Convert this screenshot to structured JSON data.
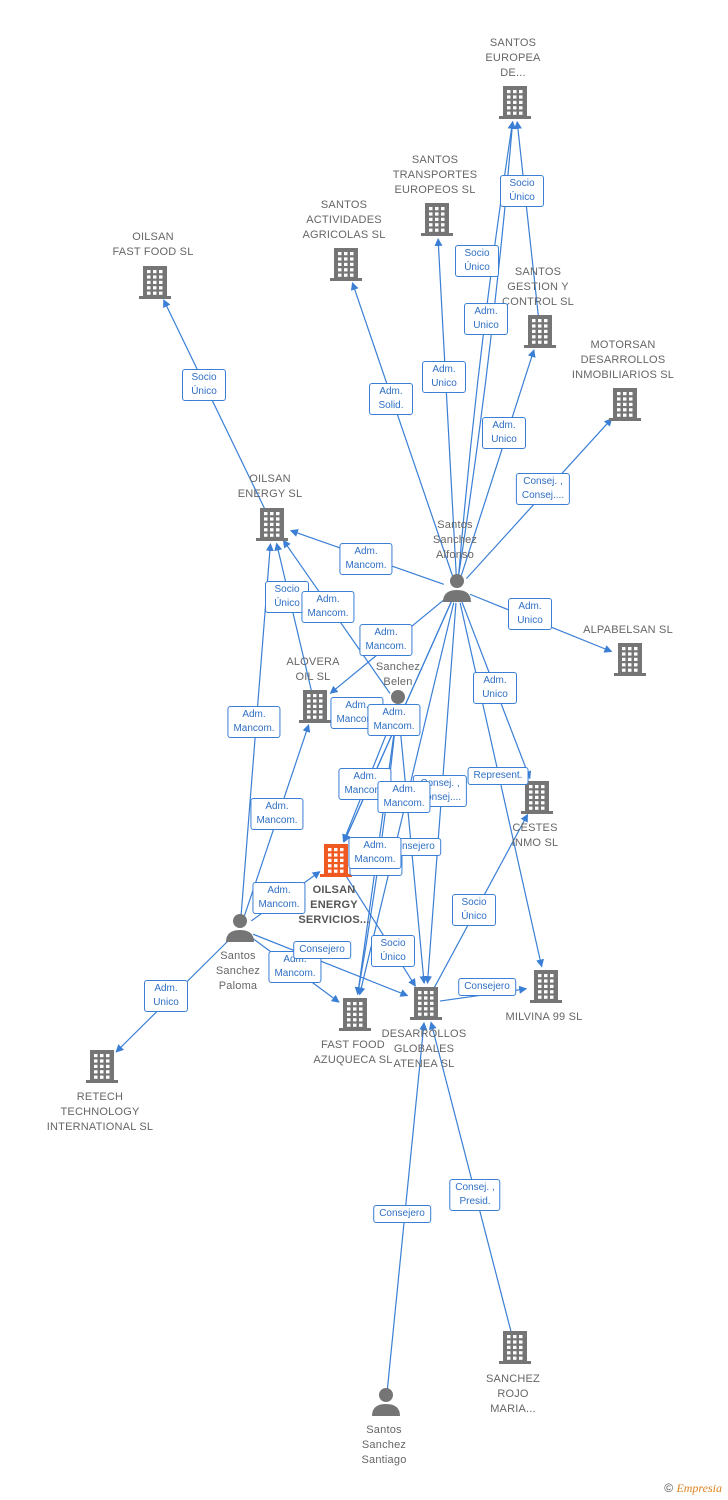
{
  "colors": {
    "edge": "#3a7fd5",
    "building": "#757575",
    "focus": "#f05a22",
    "person": "#757575"
  },
  "nodes": [
    {
      "id": "santos_europea",
      "type": "company",
      "label": "SANTOS\nEUROPEA\nDE..."
    },
    {
      "id": "santos_transportes",
      "type": "company",
      "label": "SANTOS\nTRANSPORTES\nEUROPEOS  SL"
    },
    {
      "id": "santos_actividades",
      "type": "company",
      "label": "SANTOS\nACTIVIDADES\nAGRICOLAS SL"
    },
    {
      "id": "oilsan_fast_food",
      "type": "company",
      "label": "OILSAN\nFAST FOOD  SL"
    },
    {
      "id": "santos_gestion",
      "type": "company",
      "label": "SANTOS\nGESTION Y\nCONTROL  SL"
    },
    {
      "id": "motorsan",
      "type": "company",
      "label": "MOTORSAN\nDESARROLLOS\nINMOBILIARIOS SL"
    },
    {
      "id": "oilsan_energy",
      "type": "company",
      "label": "OILSAN\nENERGY SL"
    },
    {
      "id": "alfonso",
      "type": "person",
      "label": "Santos\nSanchez\nAlfonso"
    },
    {
      "id": "alpabelsan",
      "type": "company",
      "label": "ALPABELSAN SL"
    },
    {
      "id": "alovera",
      "type": "company",
      "label": "ALOVERA\nOIL SL"
    },
    {
      "id": "belen",
      "type": "person",
      "label": "Sanchez\nBelen"
    },
    {
      "id": "cestes",
      "type": "company",
      "label": "CESTES\nINMO SL"
    },
    {
      "id": "oilsan_servicios",
      "type": "focus",
      "label": "OILSAN\nENERGY\nSERVICIOS..."
    },
    {
      "id": "paloma",
      "type": "person",
      "label": "Santos\nSanchez\nPaloma"
    },
    {
      "id": "fast_food_azuqueca",
      "type": "company",
      "label": "FAST FOOD\nAZUQUECA  SL"
    },
    {
      "id": "desarrollos_atenea",
      "type": "company",
      "label": "DESARROLLOS\nGLOBALES\nATENEA SL"
    },
    {
      "id": "milvina",
      "type": "company",
      "label": "MILVINA 99 SL"
    },
    {
      "id": "retech",
      "type": "company",
      "label": "RETECH\nTECHNOLOGY\nINTERNATIONAL SL"
    },
    {
      "id": "sanchez_rojo",
      "type": "company",
      "label": "SANCHEZ\nROJO\nMARIA..."
    },
    {
      "id": "santiago",
      "type": "person",
      "label": "Santos\nSanchez\nSantiago"
    }
  ],
  "edge_labels": [
    "Socio\nÚnico",
    "Socio\nÚnico",
    "Adm.\nUnico",
    "Adm.\nUnico",
    "Adm.\nSolid.",
    "Socio\nÚnico",
    "Adm.\nUnico",
    "Consej. ,\nConsej....",
    "Adm.\nMancom.",
    "Socio\nÚnico",
    "Adm.\nMancom.",
    "Adm.\nMancom.",
    "Adm.\nUnico",
    "Adm.\nUnico",
    "Adm.\nMancom.",
    "Adm.\nMancom.",
    "Adm.\nMancom.",
    "Adm.\nMancom.",
    "Consej. ,\nConsej....",
    "Represent.",
    "Adm.\nMancom.",
    "Adm.\nMancom.",
    "Adm.\nMancom.",
    "Consejero",
    "Adm.\nMancom.",
    "Adm.\nMancom.",
    "Consejero",
    "Adm.\nMancom.",
    "Socio\nÚnico",
    "Socio\nÚnico",
    "Consejero",
    "Adm.\nUnico",
    "Consejero",
    "Consej. ,\nPresid."
  ],
  "footer": {
    "copyright": "©",
    "brand": "Empresia"
  }
}
